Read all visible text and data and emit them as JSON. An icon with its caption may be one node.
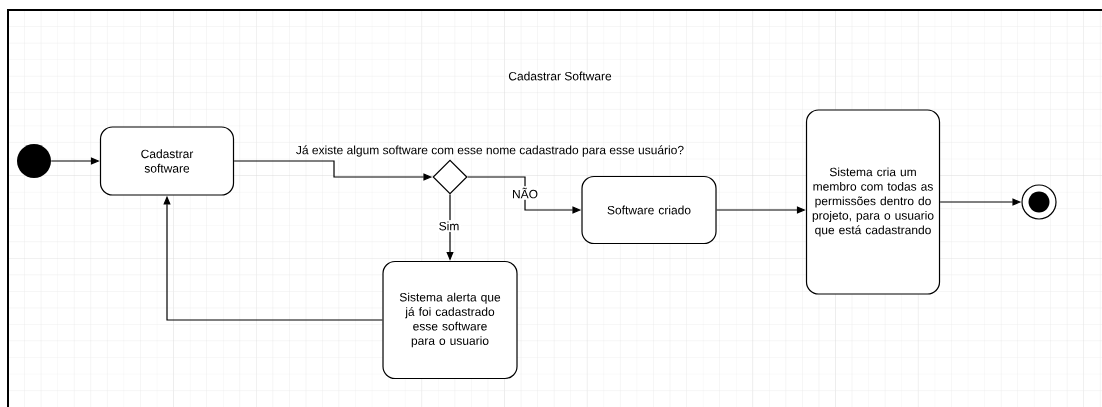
{
  "diagram": {
    "title": "Cadastrar Software",
    "nodes": [
      {
        "text": [],
        "shape": "circle"
      },
      {
        "text": [
          "Cadastrar software"
        ]
      },
      {
        "text": [],
        "shape": "diamond"
      },
      {
        "text": [
          "Sistema alerta que já foi cadastrado esse software para o usuario"
        ]
      },
      {
        "text": [
          "Software criado"
        ]
      },
      {
        "text": [
          "Sistema cria um membro com todas as permissões dentro do projeto, para o usuario que está cadastrando"
        ]
      },
      {
        "text": [],
        "shape": "bullseye"
      }
    ],
    "edges": [
      {
        "from": 0,
        "to": 1,
        "arrow": "to"
      },
      {
        "from": 1,
        "to": 2,
        "arrow": "to",
        "label": "Já existe algum software com esse nome cadastrado para esse usuário?"
      },
      {
        "from": 2,
        "to": 3,
        "arrow": "to",
        "label": "Sim"
      },
      {
        "from": 3,
        "to": 1,
        "arrow": "to"
      },
      {
        "from": 2,
        "to": 4,
        "arrow": "to",
        "label": "NÃO"
      },
      {
        "from": 4,
        "to": 5,
        "arrow": "to"
      },
      {
        "from": 5,
        "to": 6,
        "arrow": "to"
      }
    ]
  }
}
